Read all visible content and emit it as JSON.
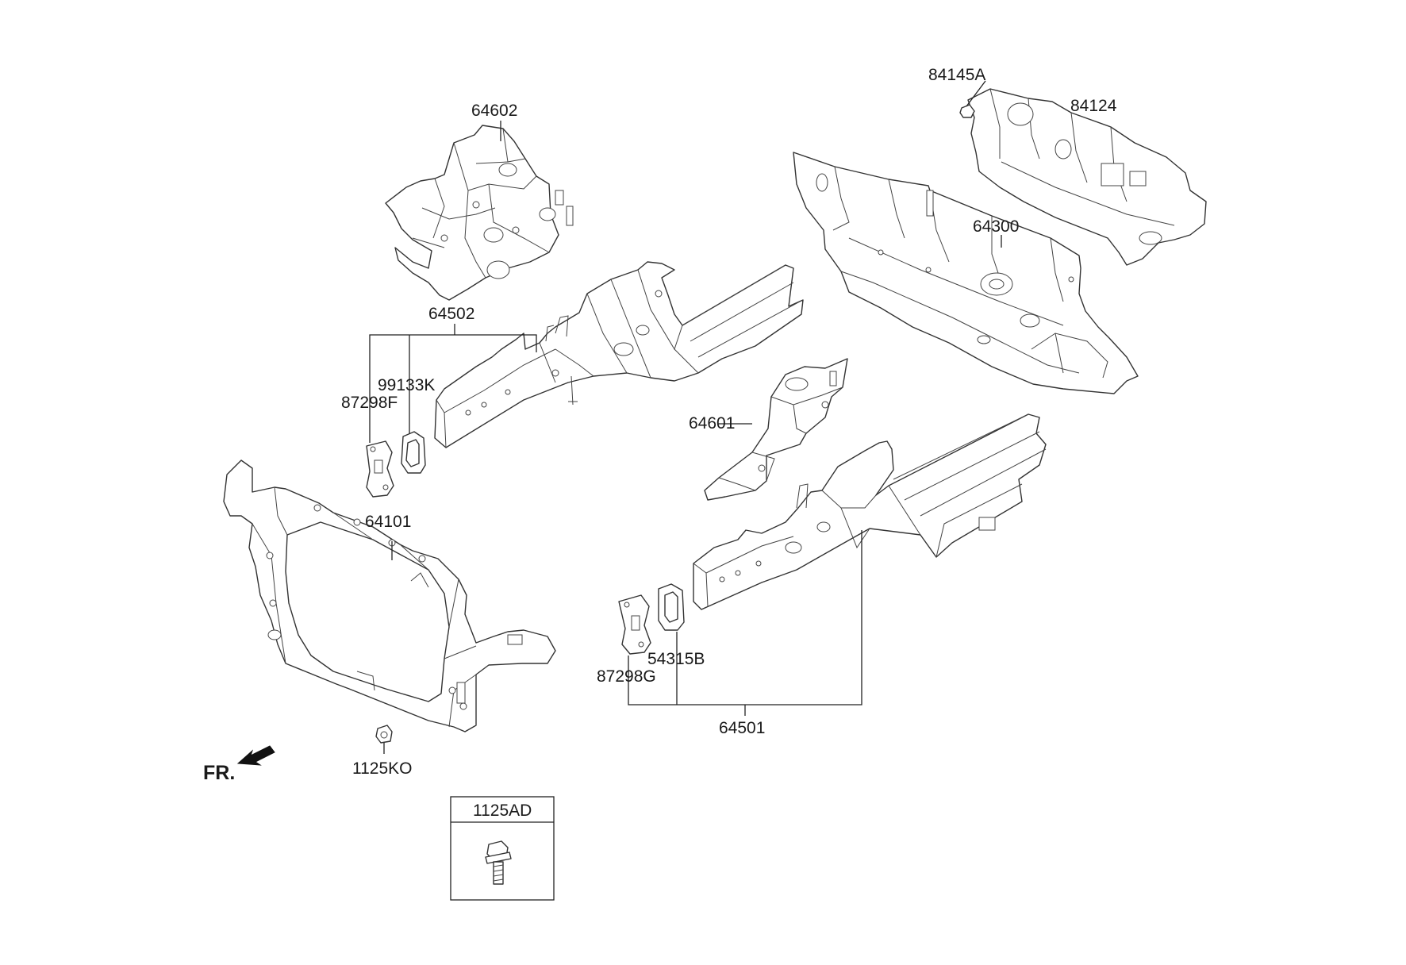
{
  "diagram": {
    "direction_label": "FR.",
    "parts": [
      {
        "id": "84145A",
        "label": "84145A"
      },
      {
        "id": "84124",
        "label": "84124"
      },
      {
        "id": "64602",
        "label": "64602"
      },
      {
        "id": "64300",
        "label": "64300"
      },
      {
        "id": "64502",
        "label": "64502"
      },
      {
        "id": "99133K",
        "label": "99133K"
      },
      {
        "id": "87298F",
        "label": "87298F"
      },
      {
        "id": "64601",
        "label": "64601"
      },
      {
        "id": "64101",
        "label": "64101"
      },
      {
        "id": "54315B",
        "label": "54315B"
      },
      {
        "id": "87298G",
        "label": "87298G"
      },
      {
        "id": "64501",
        "label": "64501"
      },
      {
        "id": "1125KO",
        "label": "1125KO"
      }
    ],
    "legend_box": {
      "label": "1125AD"
    }
  }
}
